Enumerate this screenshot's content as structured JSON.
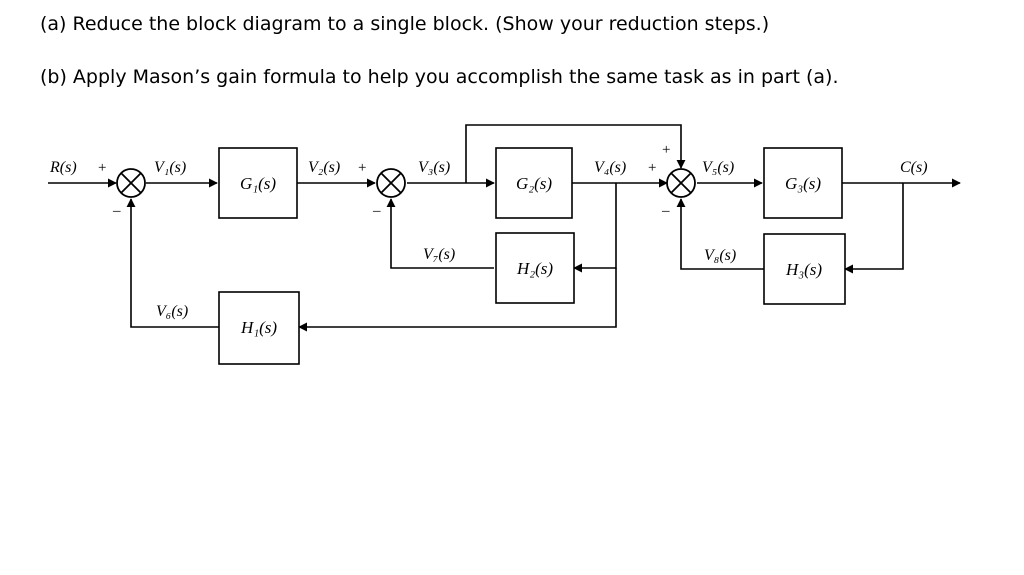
{
  "questions": {
    "a": "(a) Reduce the block diagram to a single block. (Show your reduction steps.)",
    "b": "(b) Apply Mason’s gain formula to help you accomplish the same task as in part (a)."
  },
  "blocks": {
    "g1": "G₁(s)",
    "g2": "G₂(s)",
    "g3": "G₃(s)",
    "h1": "H₁(s)",
    "h2": "H₂(s)",
    "h3": "H₃(s)"
  },
  "signals": {
    "input": "R(s)",
    "output": "C(s)",
    "v1": "V₁(s)",
    "v2": "V₂(s)",
    "v3": "V₃(s)",
    "v4": "V₄(s)",
    "v5": "V₅(s)",
    "v6": "V₆(s)",
    "v7": "V₇(s)",
    "v8": "V₈(s)"
  },
  "signs": {
    "sj1_plus": "+",
    "sj1_minus": "–",
    "sj2_plus": "+",
    "sj2_minus": "–",
    "sj3_plus_left": "+",
    "sj3_plus_top": "+",
    "sj3_minus": "–"
  }
}
